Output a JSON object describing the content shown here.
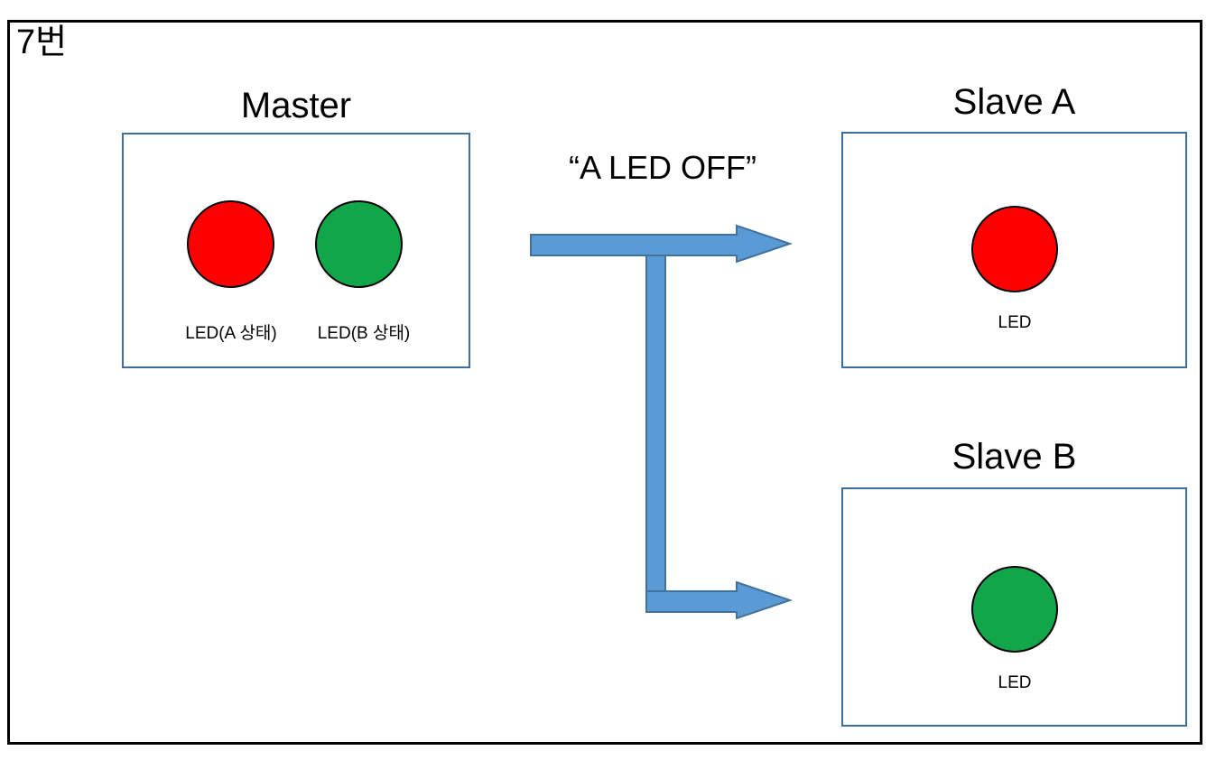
{
  "page": {
    "title": "7번",
    "frame_color": "#000000",
    "background": "#ffffff"
  },
  "colors": {
    "box_border": "#3B6E9E",
    "arrow_fill": "#5B9BD5",
    "arrow_stroke": "#41719C",
    "led_on_red": "#FF0000",
    "led_on_green": "#11A64A",
    "outline": "#000000"
  },
  "devices": [
    {
      "id": "master",
      "caption": "Master",
      "leds": [
        {
          "id": "master-led-a",
          "label": "LED(A 상태)",
          "color": "#FF0000",
          "state": "red"
        },
        {
          "id": "master-led-b",
          "label": "LED(B 상태)",
          "color": "#11A64A",
          "state": "green"
        }
      ]
    },
    {
      "id": "slave-a",
      "caption": "Slave A",
      "leds": [
        {
          "id": "slave-a-led",
          "label": "LED",
          "color": "#FF0000",
          "state": "red"
        }
      ]
    },
    {
      "id": "slave-b",
      "caption": "Slave B",
      "leds": [
        {
          "id": "slave-b-led",
          "label": "LED",
          "color": "#11A64A",
          "state": "green"
        }
      ]
    }
  ],
  "connector": {
    "label": "“A LED OFF”",
    "from": "Master",
    "to": [
      "Slave A",
      "Slave B"
    ],
    "style": "split-branch-arrow"
  }
}
